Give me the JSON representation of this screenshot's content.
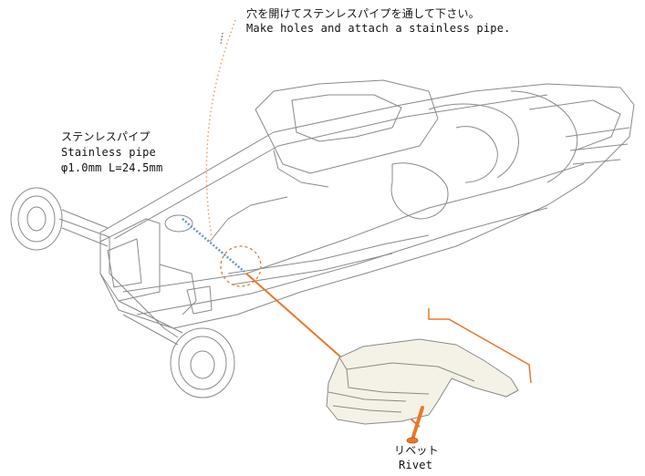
{
  "instruction": {
    "jp": "穴を開けてステンレスパイプを通して下さい。",
    "en": "Make holes and attach a stainless pipe."
  },
  "pipe_label": {
    "jp": "ステンレスパイプ",
    "en": "Stainless pipe",
    "spec": "φ1.0mm  L=24.5mm"
  },
  "rivet_label": {
    "jp": "リベット",
    "en": "Rivet"
  },
  "colors": {
    "callout_orange": "#e8782c",
    "dotted_orange": "#f0a060",
    "pipe_blue": "#6a8fd8",
    "line_gray": "#8a8a8a",
    "part_fill": "#f4f1e6"
  }
}
